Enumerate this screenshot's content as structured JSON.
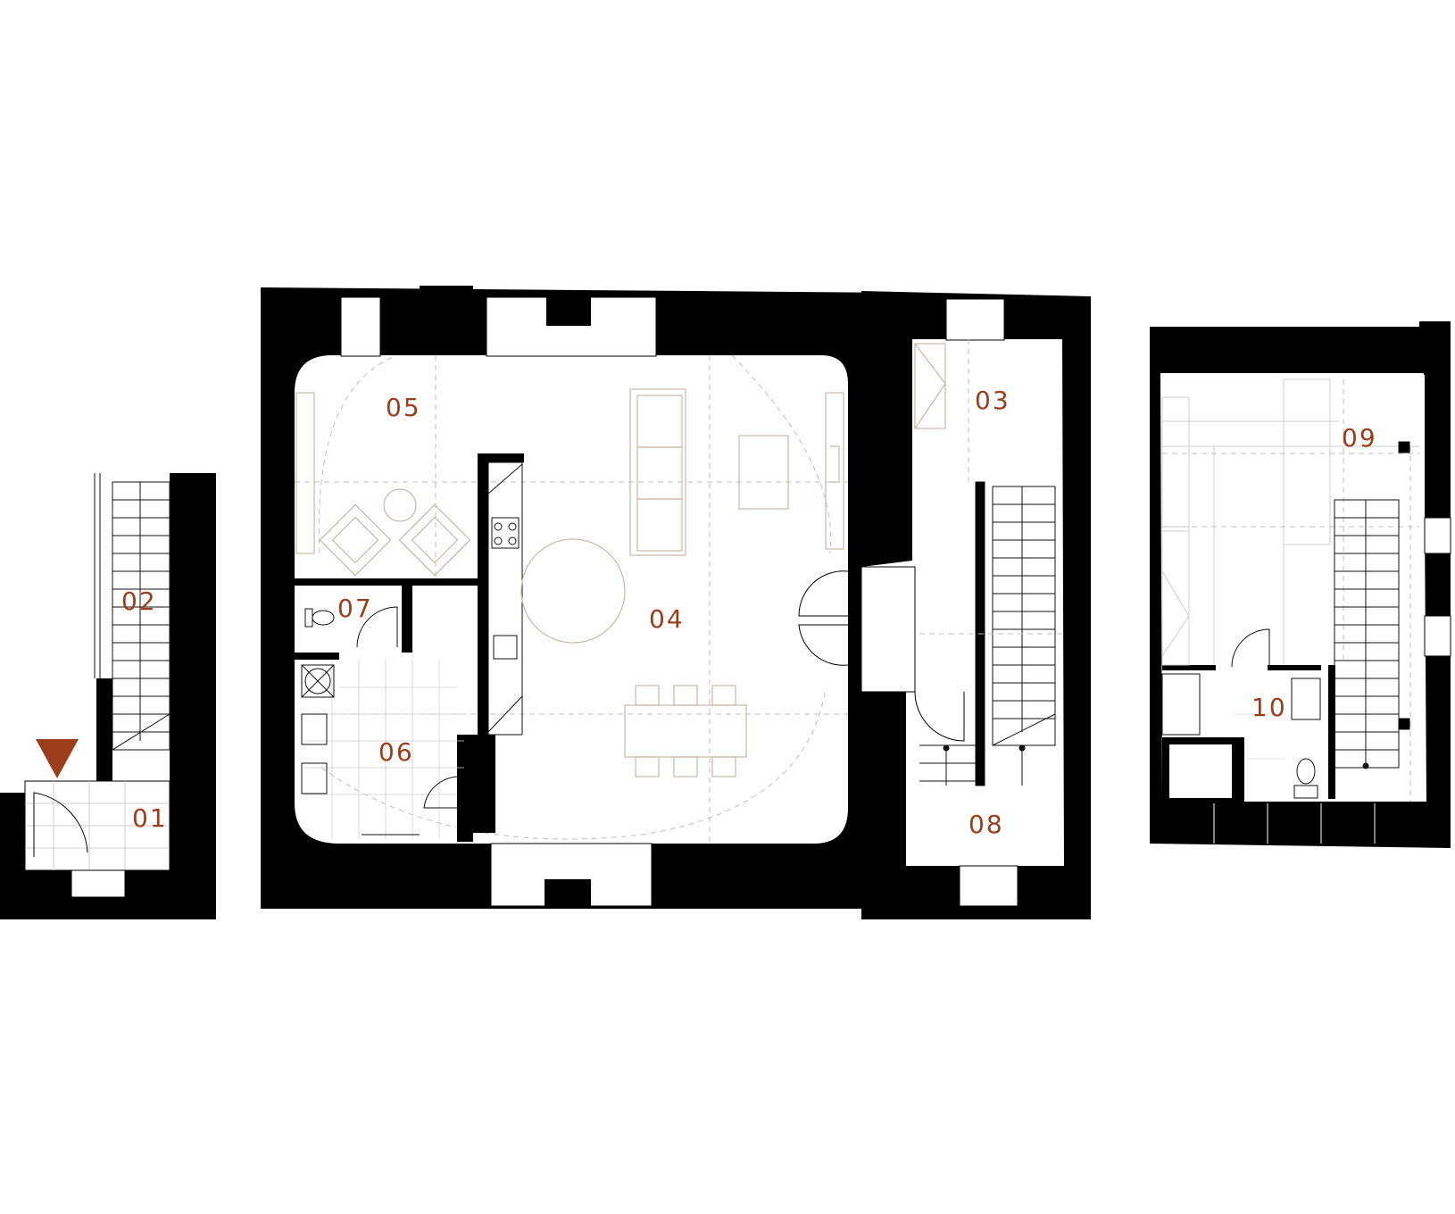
{
  "colors": {
    "wall": "#000000",
    "floor": "#ffffff",
    "accent": "#9c3d1b",
    "furniture": "#c9b8a6",
    "dashed": "#bfbfbf",
    "stair": "#111111"
  },
  "entrance_marker": {
    "icon": "entrance-triangle-icon"
  },
  "rooms": [
    {
      "id": "room-01",
      "label": "01"
    },
    {
      "id": "room-02",
      "label": "02"
    },
    {
      "id": "room-03",
      "label": "03"
    },
    {
      "id": "room-04",
      "label": "04"
    },
    {
      "id": "room-05",
      "label": "05"
    },
    {
      "id": "room-06",
      "label": "06"
    },
    {
      "id": "room-07",
      "label": "07"
    },
    {
      "id": "room-08",
      "label": "08"
    },
    {
      "id": "room-09",
      "label": "09"
    },
    {
      "id": "room-10",
      "label": "10"
    }
  ]
}
